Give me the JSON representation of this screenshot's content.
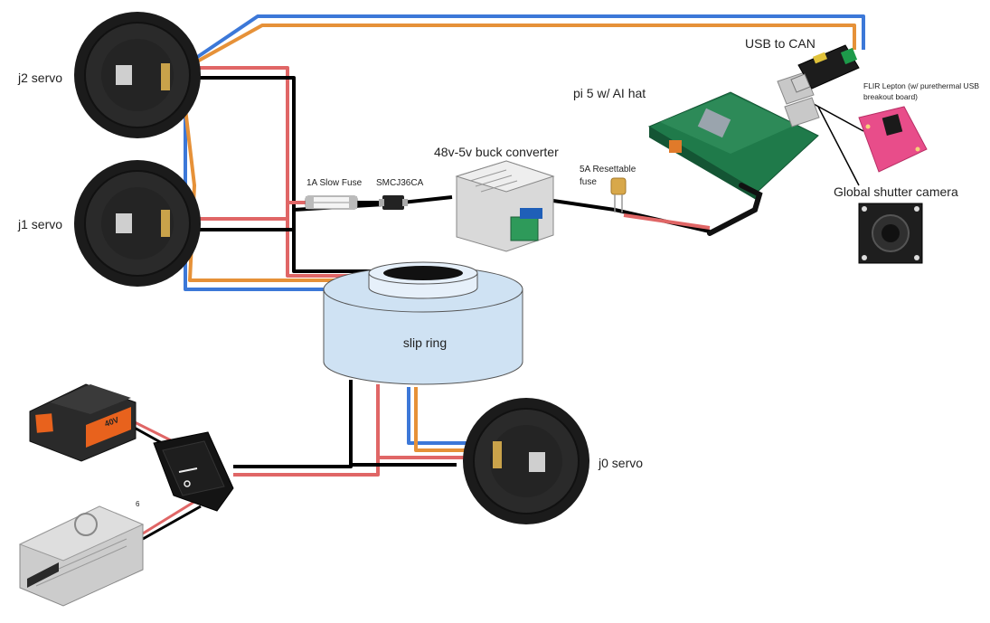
{
  "labels": {
    "j2_servo": "j2 servo",
    "j1_servo": "j1 servo",
    "j0_servo": "j0 servo",
    "slip_ring": "slip ring",
    "usb_to_can": "USB to CAN",
    "pi": "pi 5 w/ AI hat",
    "flir_line1": "FLIR Lepton (w/ purethermal USB",
    "flir_line2": "breakout board)",
    "global_shutter": "Global shutter camera",
    "buck_converter": "48v-5v buck converter",
    "slow_fuse": "1A Slow Fuse",
    "tvs_diode": "SMCJ36CA",
    "resettable_fuse_line1": "5A Resettable",
    "resettable_fuse_line2": "fuse",
    "battery_badge": "40V",
    "psu_mark": "6"
  },
  "colors": {
    "wire_power": "#e06666",
    "wire_ground": "#000000",
    "wire_can_high": "#3c78d8",
    "wire_can_low": "#e69138",
    "slip_ring_fill": "#cfe2f3",
    "battery_accent": "#e8621d",
    "pcb_green": "#1f7a4a",
    "breakout_pink": "#e84d8a"
  }
}
